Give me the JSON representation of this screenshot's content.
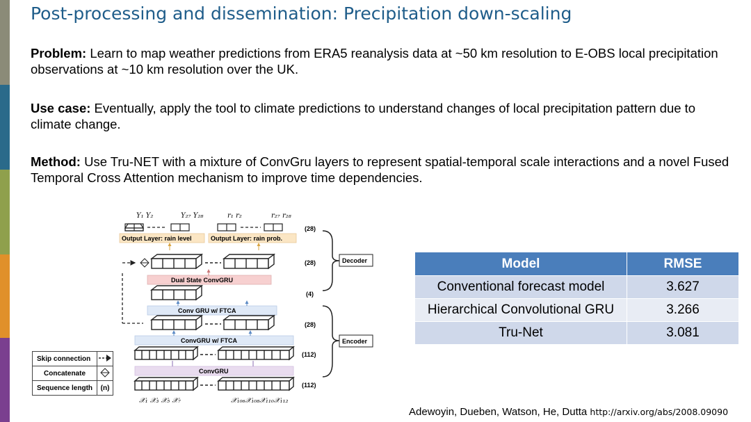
{
  "sidebar_colors": [
    "#8b8b78",
    "#2a6a8a",
    "#8fa04c",
    "#e0902a",
    "#7a3f8f"
  ],
  "title": "Post-processing and dissemination: Precipitation down-scaling",
  "problem": {
    "label": "Problem:",
    "text": " Learn to map weather predictions from ERA5 reanalysis data at ~50 km resolution to E-OBS local precipitation observations at ~10 km resolution over the UK."
  },
  "use_case": {
    "label": "Use case:",
    "text": " Eventually, apply the tool to climate predictions to understand changes of local precipitation pattern due to climate change."
  },
  "method": {
    "label": "Method:",
    "text": " Use Tru-NET with a mixture of ConvGru layers to represent spatial-temporal scale interactions and a novel Fused Temporal Cross Attention mechanism to improve time dependencies."
  },
  "diagram": {
    "top_labels": [
      "Y₁ Y₂",
      "Y₂₇ Y₂₈",
      "r₁ r₂",
      "r₂₇ r₂₈"
    ],
    "output_rain_level": "Output Layer: rain level",
    "output_rain_prob": "Output Layer: rain prob.",
    "dual_state": "Dual State ConvGRU",
    "conv_ftca_1": "Conv GRU w/ FTCA",
    "conv_ftca_2": "ConvGRU w/ FTCA",
    "convgru": "ConvGRU",
    "decoder": "Decoder",
    "encoder": "Encoder",
    "seq_28a": "(28)",
    "seq_28b": "(28)",
    "seq_4": "(4)",
    "seq_28c": "(28)",
    "seq_112a": "(112)",
    "seq_112b": "(112)",
    "bottom_labels_left": "𝒳₁ 𝒳₃ 𝒳₅ 𝒳₇",
    "bottom_labels_right": "𝒳₁₀₆𝒳₁₀₈𝒳₁₁₀𝒳₁₁₂"
  },
  "legend": {
    "skip": "Skip connection",
    "concat": "Concatenate",
    "seq": "Sequence length",
    "seq_symbol": "(n)"
  },
  "results_table": {
    "headers": [
      "Model",
      "RMSE"
    ],
    "rows": [
      [
        "Conventional forecast model",
        "3.627"
      ],
      [
        "Hierarchical Convolutional GRU",
        "3.266"
      ],
      [
        "Tru-Net",
        "3.081"
      ]
    ]
  },
  "citation": {
    "authors": "Adewoyin, Dueben, Watson, He, Dutta",
    "url": "http://arxiv.org/abs/2008.09090"
  }
}
